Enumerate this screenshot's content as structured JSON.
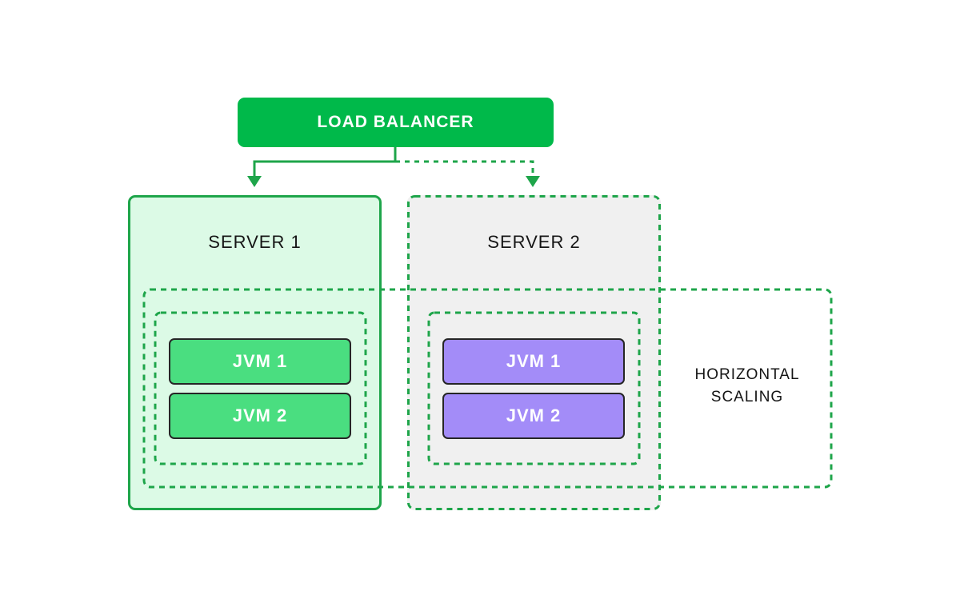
{
  "load_balancer": {
    "label": "LOAD BALANCER"
  },
  "servers": [
    {
      "label": "SERVER 1",
      "jvms": [
        "JVM 1",
        "JVM 2"
      ]
    },
    {
      "label": "SERVER 2",
      "jvms": [
        "JVM 1",
        "JVM 2"
      ]
    }
  ],
  "horizontal_scaling": {
    "line1": "HORIZONTAL",
    "line2": "SCALING"
  },
  "colors": {
    "green_accent": "#00b94a",
    "line_green": "#1ea54a",
    "server1_fill": "#dcfae6",
    "server2_fill": "#f0f0f0",
    "jvm_green": "#4ade80",
    "jvm_purple": "#a38cf8"
  }
}
